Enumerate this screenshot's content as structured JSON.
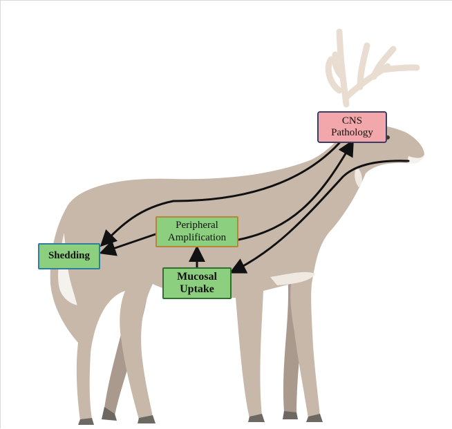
{
  "diagram": {
    "nodes": {
      "cns": {
        "label": "CNS\nPathology"
      },
      "peripheral": {
        "label": "Peripheral\nAmplification"
      },
      "shedding": {
        "label": "Shedding"
      },
      "mucosal": {
        "label": "Mucosal\nUptake"
      }
    },
    "edges": [
      {
        "from": "mucosal",
        "to": "peripheral"
      },
      {
        "from": "peripheral",
        "to": "shedding"
      },
      {
        "from": "peripheral",
        "to": "cns"
      },
      {
        "from": "cns",
        "to": "shedding"
      },
      {
        "from": "nose",
        "to": "mucosal"
      }
    ],
    "colors": {
      "cns_fill": "#f2a7aa",
      "cns_border": "#3d3a66",
      "green_fill": "#8ccf7e",
      "peripheral_border": "#b8843a",
      "shedding_border": "#2e7d9a",
      "mucosal_border": "#2f6e2f",
      "deer_body": "#c7b8aa",
      "deer_shadow": "#a99a8d",
      "antler": "#e8ddd0",
      "arrow": "#111111"
    },
    "illustration": "white-tailed-deer"
  }
}
